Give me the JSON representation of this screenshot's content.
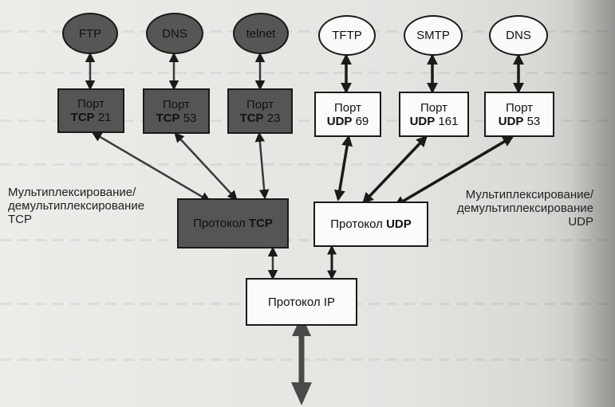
{
  "diagram": {
    "applications": {
      "ftp": "FTP",
      "dns_tcp": "DNS",
      "telnet": "telnet",
      "tftp": "TFTP",
      "smtp": "SMTP",
      "dns_udp": "DNS"
    },
    "ports": {
      "word": "Порт",
      "tcp21": {
        "proto": "TCP",
        "num": "21"
      },
      "tcp53": {
        "proto": "TCP",
        "num": "53"
      },
      "tcp23": {
        "proto": "TCP",
        "num": "23"
      },
      "udp69": {
        "proto": "UDP",
        "num": "69"
      },
      "udp161": {
        "proto": "UDP",
        "num": "161"
      },
      "udp53": {
        "proto": "UDP",
        "num": "53"
      }
    },
    "protocols": {
      "word": "Протокол",
      "tcp": "TCP",
      "udp": "UDP",
      "ip": "Протокол IP"
    },
    "notes": {
      "tcp_line1": "Мультиплексирование/",
      "tcp_line2": "демультиплексирование",
      "tcp_line3": "TCP",
      "udp_line1": "Мультиплексирование/",
      "udp_line2": "демультиплексирование",
      "udp_line3": "UDP"
    }
  }
}
